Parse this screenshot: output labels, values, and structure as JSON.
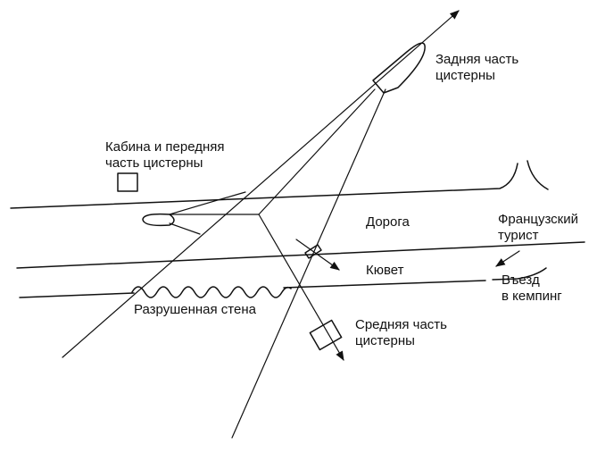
{
  "labels": {
    "tank_rear": [
      "Задняя часть",
      "цистерны"
    ],
    "cab_front": [
      "Кабина и передняя",
      "часть цистерны"
    ],
    "road": "Дорога",
    "french_tourist": [
      "Французский",
      "турист"
    ],
    "ditch": "Кювет",
    "camping_entrance": [
      "Въезд",
      "в кемпинг"
    ],
    "destroyed_wall": "Разрушенная стена",
    "tank_middle": [
      "Средняя часть",
      "цистерны"
    ]
  }
}
